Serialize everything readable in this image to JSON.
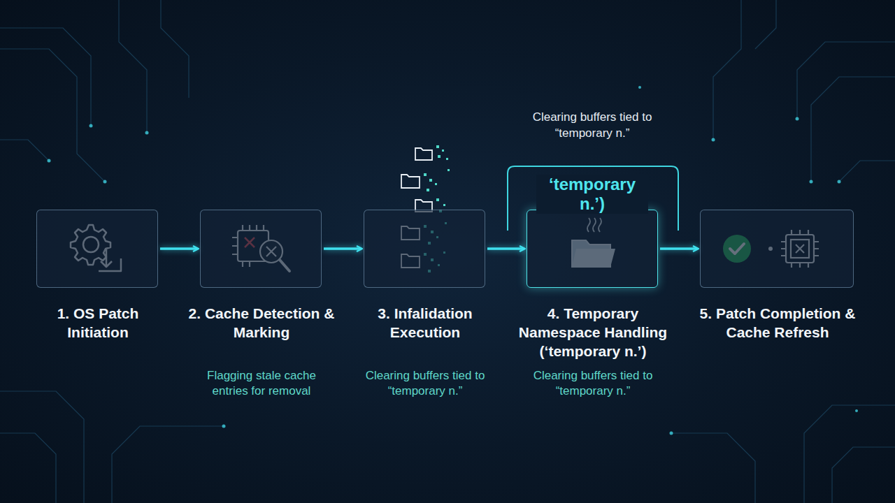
{
  "diagram": {
    "nodes": [
      {
        "text": [
          "1. OS Patch Initiation"
        ]
      },
      {
        "text": [
          "2. Cache Detection & Marking",
          "Flagging stale cache entries for removal"
        ]
      },
      {
        "text": [
          "3. Infalidation Execution",
          "Clearing buffers tied to “temporary n.”"
        ]
      },
      {
        "text": [
          "4. Temporary Namespace Handling (‘temporary n.’)",
          "Clearing buffers tied to “temporary n.”"
        ]
      },
      {
        "text": [
          "5. Patch Completion & Cache Refresh"
        ]
      }
    ],
    "edges": [
      {
        "from": 0,
        "to": 1,
        "arrow": "to"
      },
      {
        "from": 1,
        "to": 2,
        "arrow": "to"
      },
      {
        "from": 2,
        "to": 3,
        "arrow": "to"
      },
      {
        "from": 3,
        "to": 4,
        "arrow": "to"
      }
    ],
    "labels": [
      "Clearing buffers tied to “temporary n.”",
      "‘temporary n.’)"
    ]
  }
}
